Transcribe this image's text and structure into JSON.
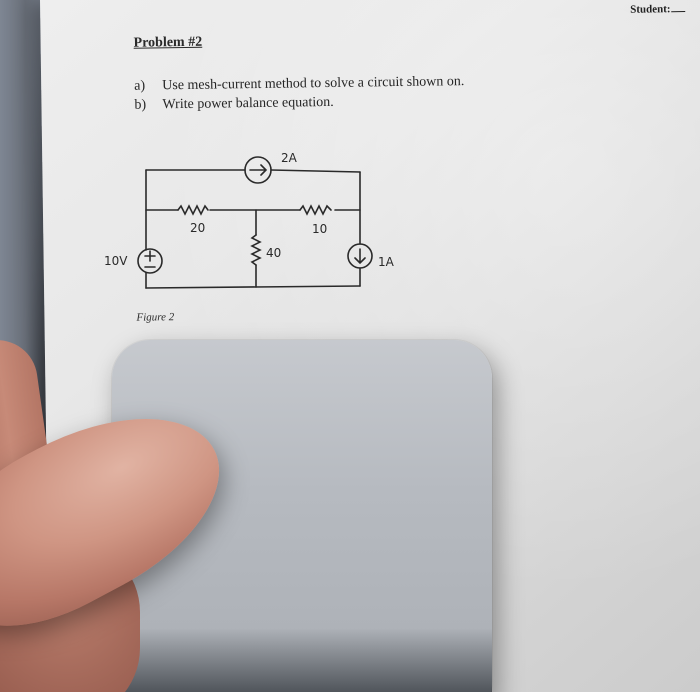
{
  "header": {
    "student_label": "Student:"
  },
  "problem": {
    "title": "Problem #2",
    "task_a_marker": "a)",
    "task_a_text": "Use mesh-current method to solve a circuit shown on.",
    "task_b_marker": "b)",
    "task_b_text": "Write power balance equation."
  },
  "circuit": {
    "current_source_top": "2A",
    "resistor_left": "20",
    "resistor_right": "10",
    "resistor_middle": "40",
    "voltage_source": "10V",
    "current_source_right": "1A"
  },
  "figure": {
    "caption": "Figure 2"
  }
}
